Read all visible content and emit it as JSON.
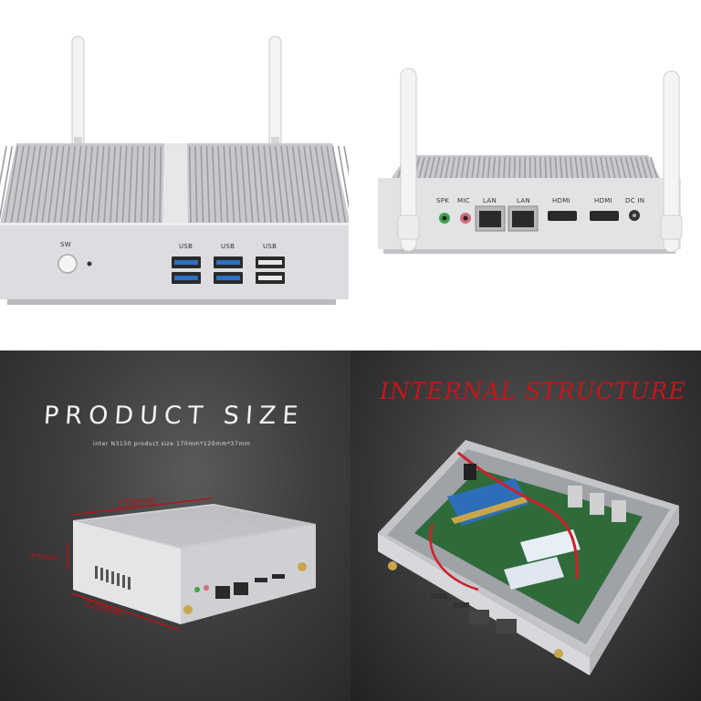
{
  "front_view": {
    "power_button_label": "SW",
    "usb_labels": [
      "USB",
      "USB",
      "USB"
    ]
  },
  "rear_view": {
    "port_labels": [
      "SPK",
      "MIC",
      "LAN",
      "LAN",
      "HDMI",
      "HDMI",
      "DC IN"
    ]
  },
  "product_size": {
    "title": "PRODUCT SIZE",
    "subtitle": "inter N3150  product  size 170mm*120mm*37mm",
    "dimension_labels": {
      "length": "170mm",
      "width": "120mm",
      "height": "37mm"
    }
  },
  "internal_structure": {
    "title": "INTERNAL STRUCTURE"
  },
  "colors": {
    "chassis_silver": "#d9dadc",
    "fin_dark": "#9a9ca0",
    "dimension_red": "#b3141a",
    "title_red": "#c8141a",
    "pcb_green": "#2f6b3a",
    "usb_blue": "#2f6fc4"
  }
}
